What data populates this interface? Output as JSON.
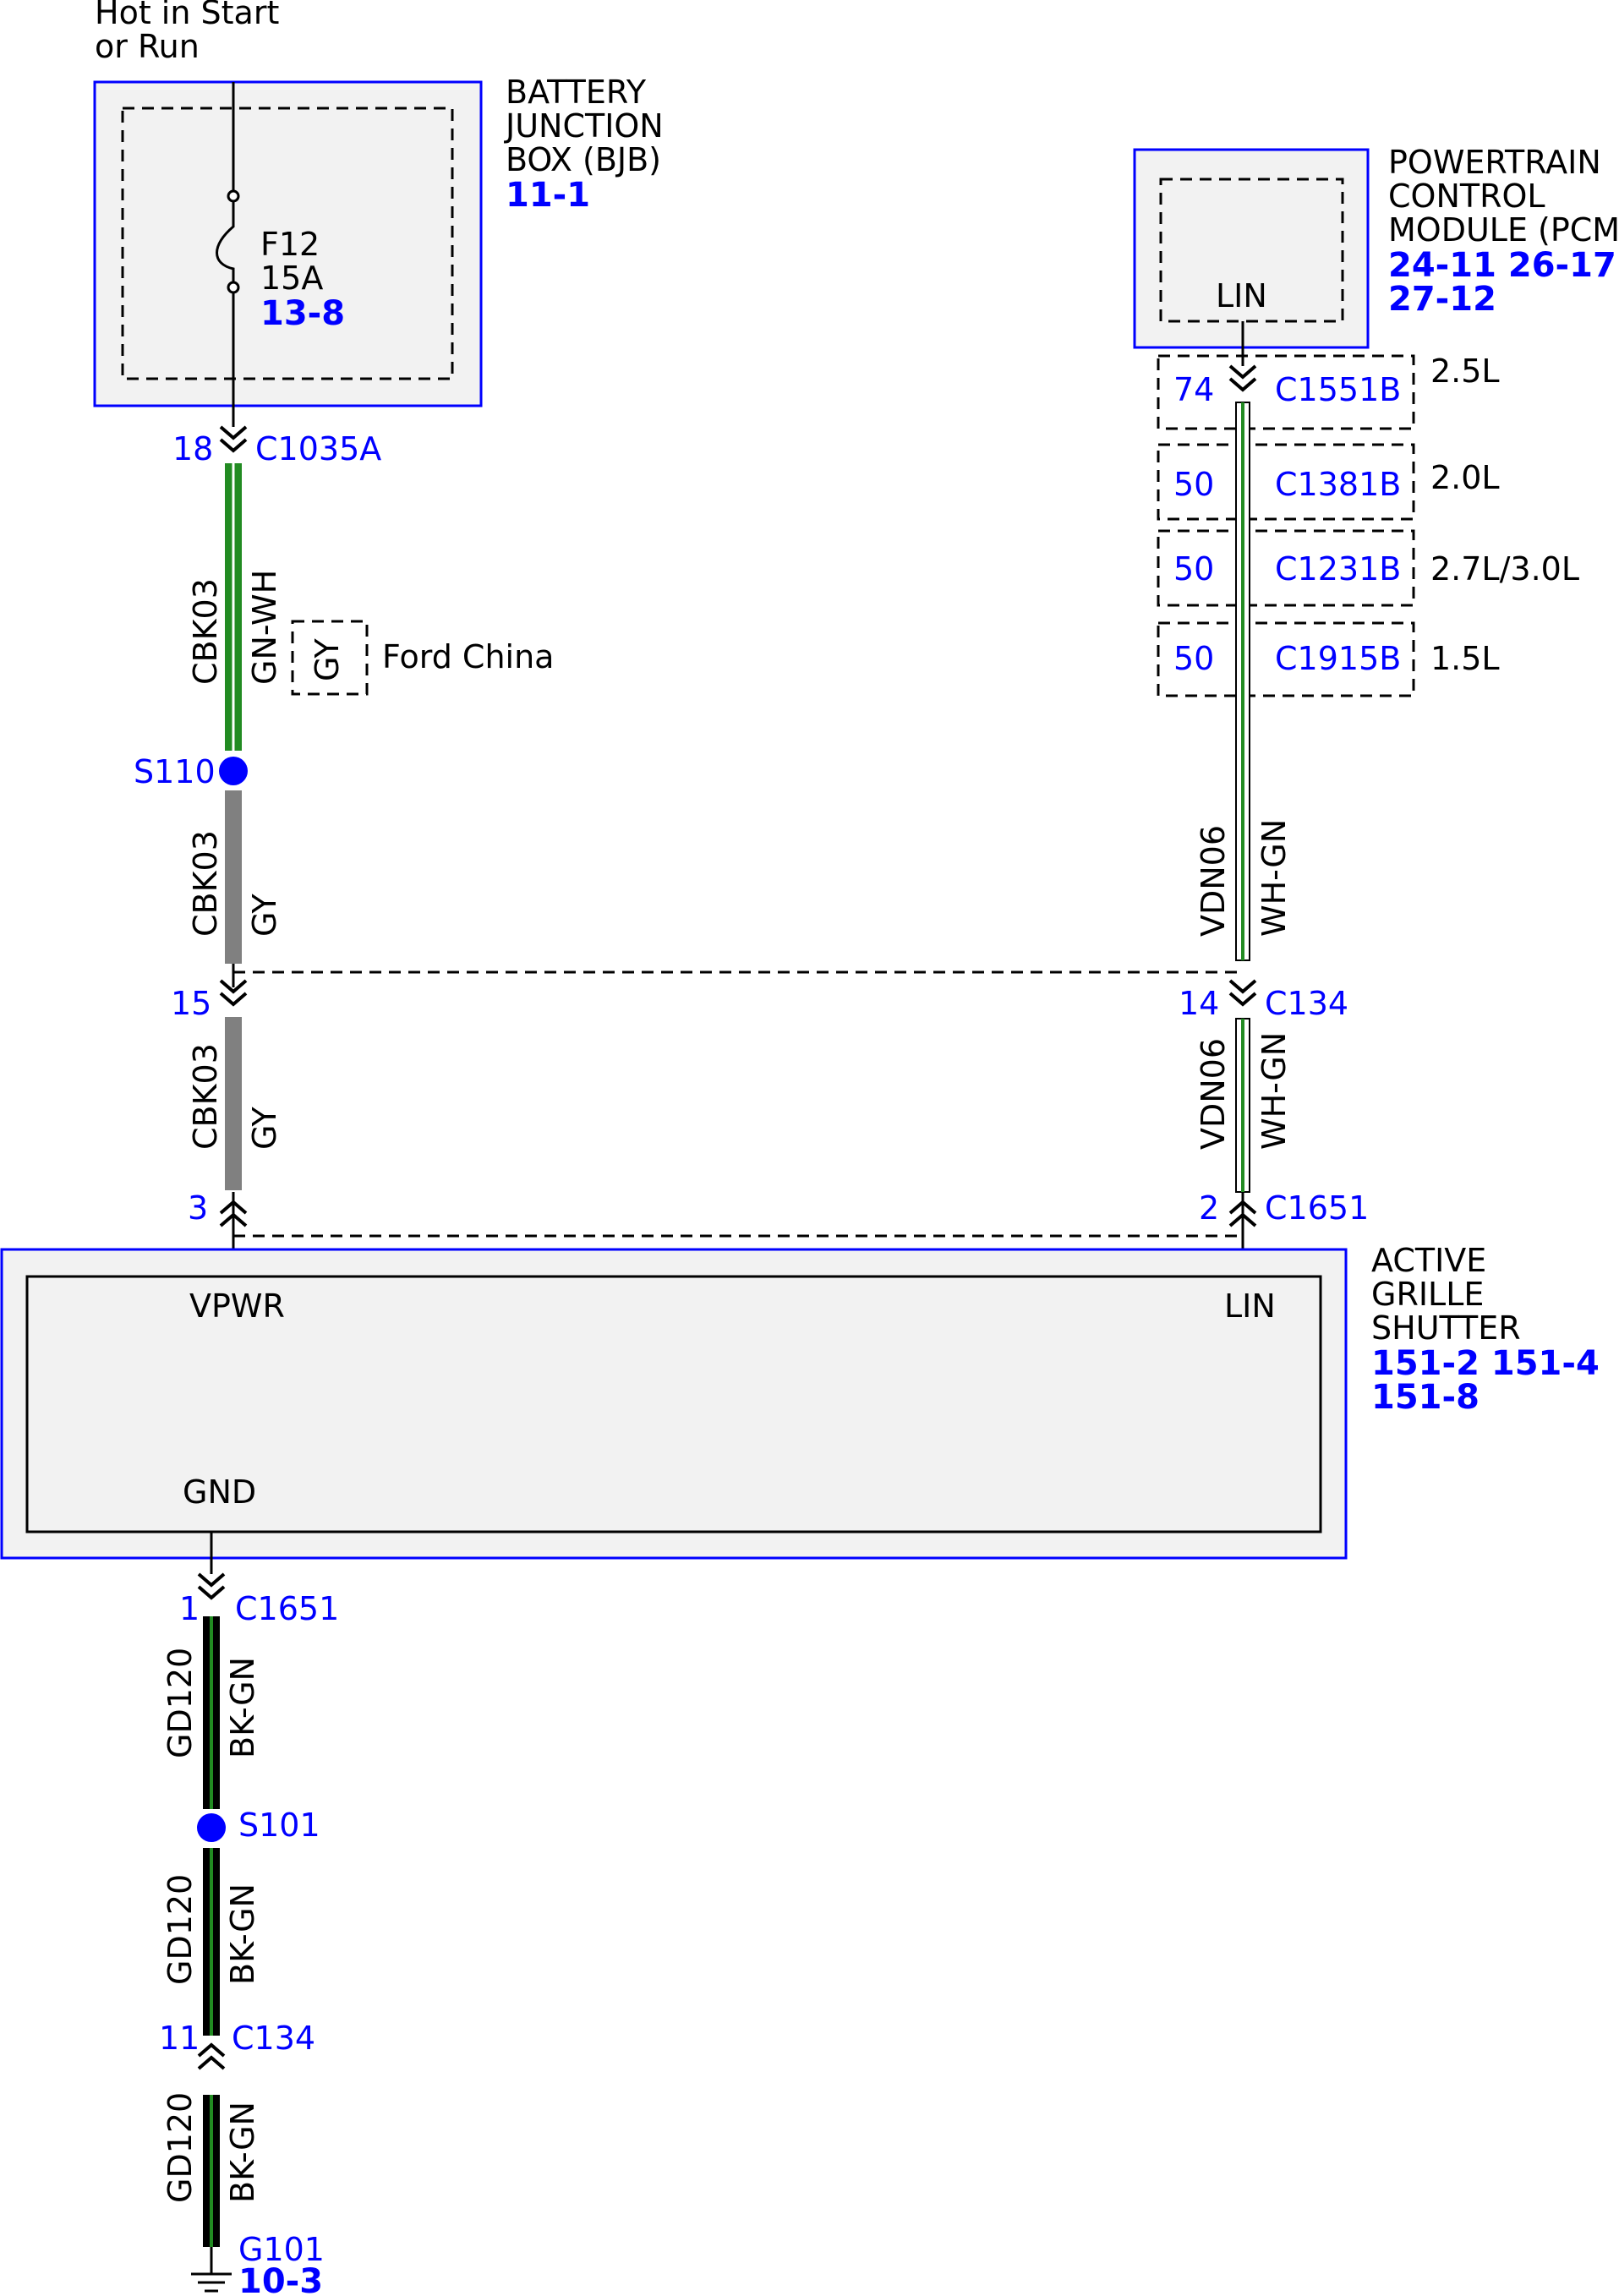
{
  "supply": {
    "line1": "Hot in Start",
    "line2": "or Run"
  },
  "bjb": {
    "line1": "BATTERY",
    "line2": "JUNCTION",
    "line3": "BOX (BJB)",
    "ref": "11-1"
  },
  "fuse": {
    "name": "F12",
    "rating": "15A",
    "ref": "13-8"
  },
  "pcm": {
    "line1": "POWERTRAIN",
    "line2": "CONTROL",
    "line3": "MODULE (PCM)",
    "ref_line1": "24-11 26-17",
    "ref_line2": "27-12",
    "pin": "LIN"
  },
  "pcm_connectors": [
    {
      "pin": "74",
      "connector": "C1551B",
      "engine": "2.5L"
    },
    {
      "pin": "50",
      "connector": "C1381B",
      "engine": "2.0L"
    },
    {
      "pin": "50",
      "connector": "C1231B",
      "engine": "2.7L/3.0L"
    },
    {
      "pin": "50",
      "connector": "C1915B",
      "engine": "1.5L"
    }
  ],
  "left": {
    "c1035a_pin": "18",
    "c1035a": "C1035A",
    "w1_circuit": "CBK03",
    "w1_color": "GN-WH",
    "alt_color": "GY",
    "alt_note": "Ford China",
    "splice": "S110",
    "w2_circuit": "CBK03",
    "w2_color": "GY",
    "c134_pin": "15",
    "w3_circuit": "CBK03",
    "w3_color": "GY",
    "c1651_pin": "3"
  },
  "right": {
    "w1_circuit": "VDN06",
    "w1_color": "WH-GN",
    "c134_pin": "14",
    "c134": "C134",
    "w2_circuit": "VDN06",
    "w2_color": "WH-GN",
    "c1651_pin": "2",
    "c1651": "C1651"
  },
  "ags": {
    "line1": "ACTIVE",
    "line2": "GRILLE",
    "line3": "SHUTTER",
    "ref_line1": "151-2 151-4",
    "ref_line2": "151-8",
    "pin_vpwr": "VPWR",
    "pin_lin": "LIN",
    "pin_gnd": "GND"
  },
  "ground": {
    "c1651_pin": "1",
    "c1651": "C1651",
    "w1_circuit": "GD120",
    "w1_color": "BK-GN",
    "splice": "S101",
    "w2_circuit": "GD120",
    "w2_color": "BK-GN",
    "c134_pin": "11",
    "c134": "C134",
    "w3_circuit": "GD120",
    "w3_color": "BK-GN",
    "point": "G101",
    "ref": "10-3"
  },
  "colors": {
    "blue": "#0000ff",
    "green": "#228b22",
    "gray": "#808080",
    "black": "#000000",
    "box_fill": "#f2f2f2"
  }
}
